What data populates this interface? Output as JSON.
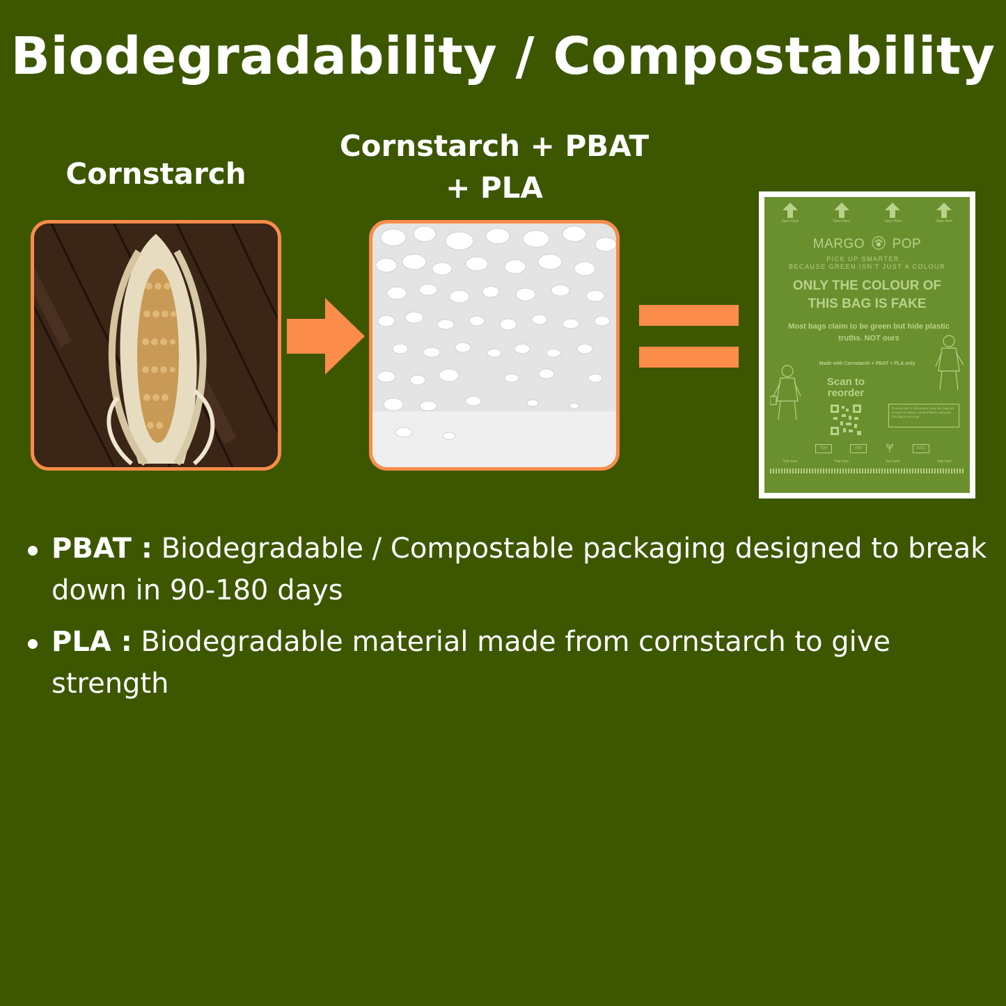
{
  "title": "Biodegradability / Compostability",
  "steps": {
    "corn_label": "Cornstarch",
    "mix_label_line1": "Cornstarch + PBAT",
    "mix_label_line2": "+ PLA"
  },
  "bag": {
    "open_here": [
      "Open Here",
      "Open Here",
      "Open Here",
      "Open Here"
    ],
    "brand_left": "MARGO",
    "brand_right": "POP",
    "tagline_line1": "PICK UP SMARTER...",
    "tagline_line2": "BECAUSE GREEN ISN'T JUST A COLOUR",
    "headline_line1": "ONLY THE COLOUR OF",
    "headline_line2": "THIS BAG IS FAKE",
    "subline": "Most bags claim to be green but hide plastic truths. NOT ours",
    "made_with": "Made with Cornstarch + PBAT + PLA only",
    "scan_line1": "Scan to",
    "scan_line2": "reorder",
    "warning": "To avoid risk of suffocation, keep this bag out of reach of babies, small children, and pets. This bag is not a toy",
    "tear_here": [
      "Tear here",
      "Tear here",
      "Tear here",
      "Tear here"
    ],
    "cert_tuv_1": "TÜV",
    "cert_tuv_2": "TÜV",
    "cert_iscc": "ISCC"
  },
  "bullets": [
    {
      "term": "PBAT :",
      "text": " Biodegradable / Compostable packaging designed to break down in 90-180 days"
    },
    {
      "term": "PLA :",
      "text": " Biodegradable material made from cornstarch to give strength"
    }
  ],
  "colors": {
    "background": "#3c5700",
    "accent": "#fb8c4a",
    "bag": "#6a8f2e"
  }
}
